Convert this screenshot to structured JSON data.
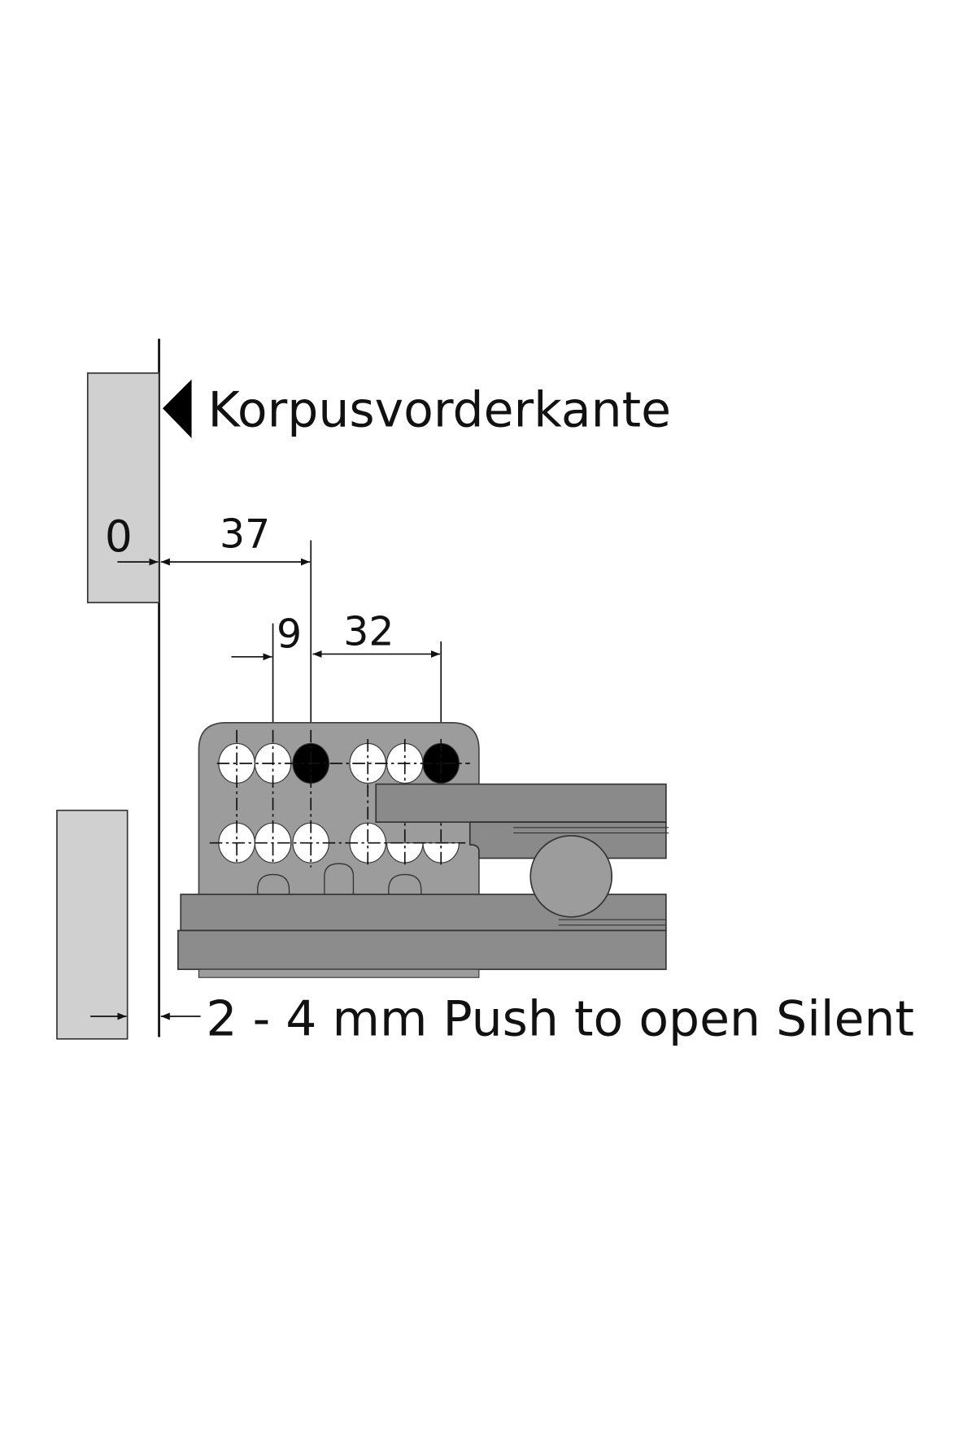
{
  "labels": {
    "reference": "Korpusvorderkante",
    "zero": "0",
    "dim_37": "37",
    "dim_9": "9",
    "dim_32": "32",
    "caption": "2 - 4 mm Push to open Silent"
  },
  "colors": {
    "panel": "#d0d0d0",
    "plate": "#9c9c9c",
    "rail": "#8a8a8a",
    "hole_open": "#ffffff",
    "hole_marked": "#000000"
  }
}
